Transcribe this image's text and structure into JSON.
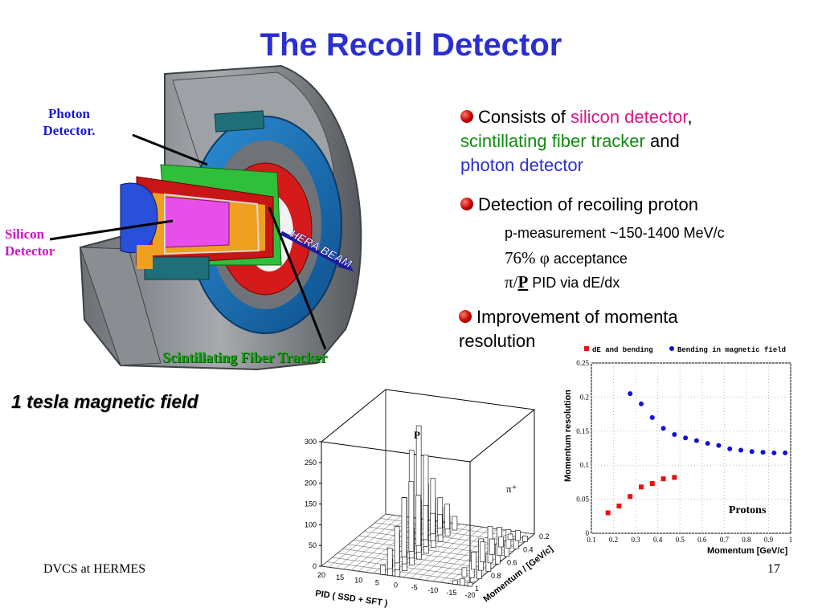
{
  "slide": {
    "title": "The Recoil Detector",
    "footer": "DVCS at HERMES",
    "page_number": "17"
  },
  "detector_image": {
    "labels": {
      "photon_line1": "Photon",
      "photon_line2": "Detector.",
      "silicon_line1": "Silicon",
      "silicon_line2": "Detector",
      "fiber": "Scintillating Fiber Tracker",
      "beam": "HERA BEAM"
    },
    "caption": "1 tesla magnetic field"
  },
  "bullets": {
    "b1": {
      "prefix": "Consists of ",
      "silicon": "silicon detector",
      "comma": ",",
      "scint": "scintillating fiber tracker",
      "and": " and",
      "photon": "photon detector"
    },
    "b2": {
      "text": "Detection of recoiling proton",
      "sub1": "p-measurement ~150-1400 MeV/c",
      "sub2_symbol": "76% φ",
      "sub2_text": " acceptance",
      "sub3_pi": "π/",
      "sub3_p": "P",
      "sub3_text": " PID via dE/dx"
    },
    "b3": {
      "line1": "Improvement of momenta",
      "line2": "resolution"
    }
  },
  "colors": {
    "title": "#2a2fd1",
    "silicon_text": "#d6188a",
    "scint_text": "#118a11",
    "photon_text": "#2a2fd1",
    "callout_photon": "#1a1ad0",
    "callout_silicon": "#d010c8",
    "callout_fiber": "#10a010",
    "series_de": "#e81010",
    "series_bend": "#1010d8"
  },
  "chart_data": [
    {
      "type": "scatter",
      "title": "",
      "xlabel": "Momentum [GeV/c]",
      "ylabel": "Momentum resolution",
      "xlim": [
        0.1,
        1.0
      ],
      "ylim": [
        0,
        0.25
      ],
      "x_ticks": [
        "0.1",
        "0.2",
        "0.3",
        "0.4",
        "0.5",
        "0.6",
        "0.7",
        "0.8",
        "0.9",
        "1"
      ],
      "y_ticks": [
        "0",
        "0.05",
        "0.1",
        "0.15",
        "0.2",
        "0.25"
      ],
      "annotation": "Protons",
      "legend_position": "top",
      "series": [
        {
          "name": "dE and bending",
          "marker": "square",
          "x": [
            0.175,
            0.225,
            0.275,
            0.325,
            0.375,
            0.425,
            0.475
          ],
          "y": [
            0.03,
            0.04,
            0.054,
            0.068,
            0.073,
            0.08,
            0.082
          ]
        },
        {
          "name": "Bending in magnetic field",
          "marker": "circle",
          "x": [
            0.275,
            0.325,
            0.375,
            0.425,
            0.475,
            0.525,
            0.575,
            0.625,
            0.675,
            0.725,
            0.775,
            0.825,
            0.875,
            0.925,
            0.975
          ],
          "y": [
            0.205,
            0.19,
            0.17,
            0.154,
            0.145,
            0.14,
            0.136,
            0.132,
            0.129,
            0.124,
            0.122,
            0.12,
            0.119,
            0.118,
            0.118
          ]
        }
      ]
    },
    {
      "type": "bar",
      "title": "",
      "xlabel": "PID ( SSD + SFT )",
      "ylabel_z": "",
      "depth_label": "Momentum / [GeV/c]",
      "zlim": [
        0,
        300
      ],
      "z_ticks": [
        "0",
        "50",
        "100",
        "150",
        "200",
        "250",
        "300"
      ],
      "pid_ticks": [
        "20",
        "15",
        "10",
        "5",
        "0",
        "-5",
        "-10",
        "-15",
        "-20"
      ],
      "momentum_ticks": [
        "0.2",
        "0.4",
        "0.6",
        "0.8",
        "1"
      ],
      "peak_labels": [
        "P",
        "π⁺"
      ],
      "series": [
        {
          "name": "P",
          "pid_center": 1.5,
          "values": [
            40,
            90,
            160,
            260,
            305,
            220,
            150,
            90,
            60
          ]
        },
        {
          "name": "π⁺",
          "pid_center": -18,
          "values": [
            20,
            50,
            95,
            110,
            85,
            55,
            30
          ]
        }
      ]
    }
  ]
}
